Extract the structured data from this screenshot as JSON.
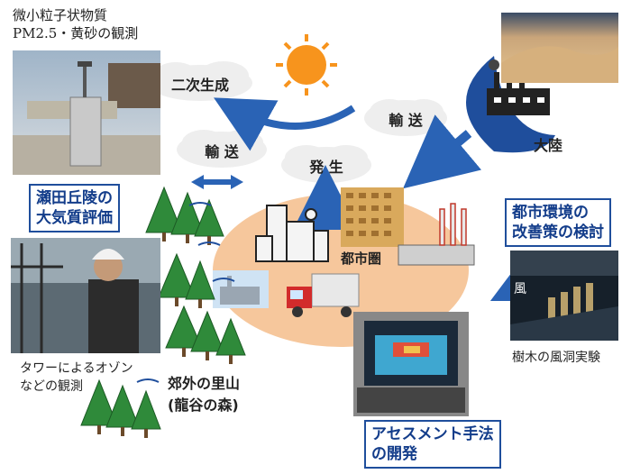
{
  "labels": {
    "pm_title_line1": "微小粒子状物質",
    "pm_title_line2": "PM2.5・黄砂の観測",
    "secondary_formation": "二次生成",
    "transport_right": "輸 送",
    "transport_left": "輸 送",
    "generation": "発 生",
    "continent": "大陸",
    "urban_area": "都市圏",
    "seta_box": "瀬田丘陵の\n大気質評価",
    "urban_env_box": "都市環境の\n改善策の検討",
    "wind_char": "風",
    "wind_tunnel_caption": "樹木の風洞実験",
    "tower_caption_line1": "タワーによるオゾン",
    "tower_caption_line2": "などの観測",
    "satoyama_line1": "郊外の里山",
    "satoyama_line2": "(龍谷の森)",
    "assessment_box": "アセスメント手法\nの開発"
  },
  "colors": {
    "arrow_blue": "#2a63b5",
    "box_border": "#1f4e9c",
    "city_ellipse": "#f6c79c",
    "sun_orange": "#f7941d",
    "tree_green": "#2f8a3a"
  }
}
